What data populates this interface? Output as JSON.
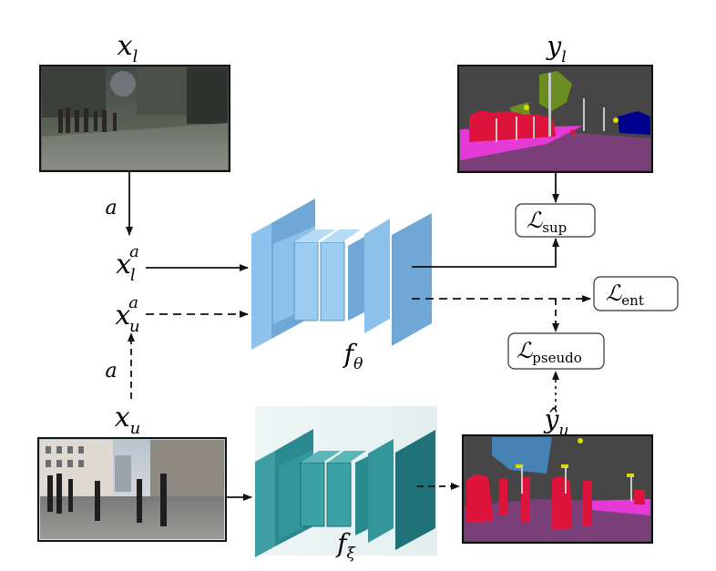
{
  "labels": {
    "x_l": "x",
    "x_l_sub": "l",
    "y_l": "y",
    "y_l_sub": "l",
    "aug_top": "a",
    "aug_bottom": "a",
    "x_l_a": "x",
    "x_l_a_sub": "l",
    "x_l_a_sup": "a",
    "x_u_a": "x",
    "x_u_a_sub": "u",
    "x_u_a_sup": "a",
    "x_u": "x",
    "x_u_sub": "u",
    "y_hat_u": "ŷ",
    "y_hat_u_sub": "u",
    "f_theta": "f",
    "f_theta_sub": "θ",
    "f_xi": "f",
    "f_xi_sub": "ξ"
  },
  "losses": {
    "sup": "ℒ",
    "sup_sub": "sup",
    "ent": "ℒ",
    "ent_sub": "ent",
    "pseudo": "ℒ",
    "pseudo_sub": "pseudo"
  },
  "colors": {
    "student_network": "#7fb8e6",
    "student_network_dark": "#5a96c8",
    "teacher_network": "#2b8a8f",
    "teacher_network_dark": "#1f6a70",
    "segmentation_road": "#7b3f7a",
    "segmentation_sidewalk": "#e63ad6",
    "segmentation_person": "#dc143c",
    "segmentation_vegetation": "#6b8e23",
    "segmentation_building": "#464646",
    "segmentation_sky": "#4682b4",
    "segmentation_car": "#00008e",
    "segmentation_sign": "#dcdc00"
  },
  "icons": {
    "labeled_image": "street-photo-labeled",
    "unlabeled_image": "street-photo-unlabeled",
    "ground_truth_mask": "segmentation-mask-gt",
    "pseudo_mask": "segmentation-mask-pseudo"
  }
}
